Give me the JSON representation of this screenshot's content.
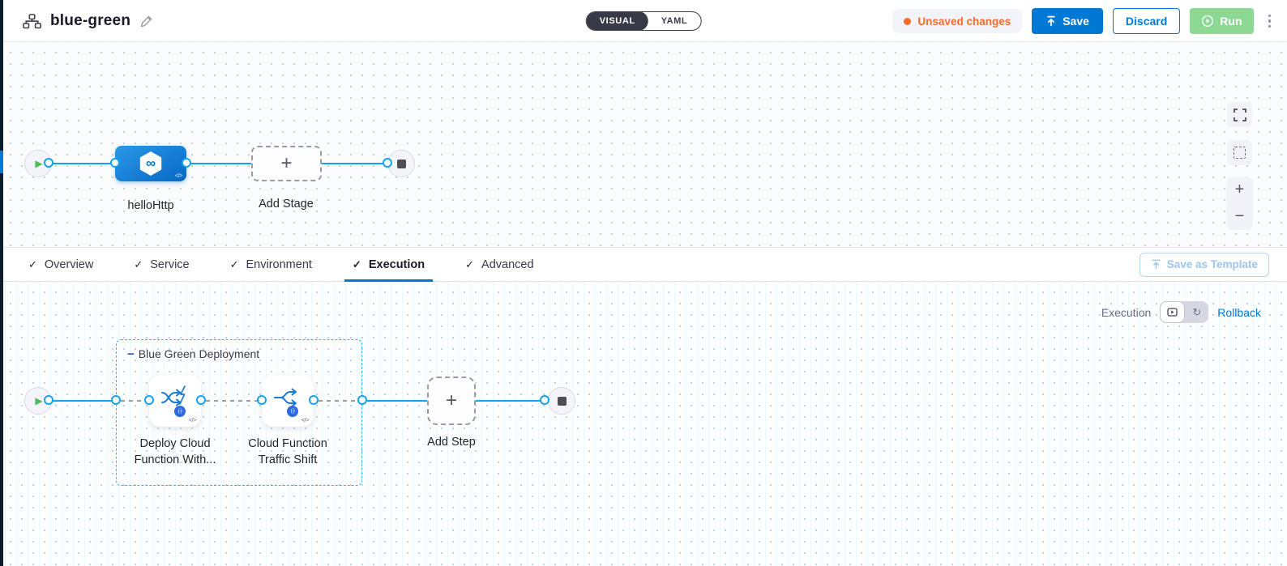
{
  "header": {
    "title": "blue-green",
    "mode_toggle": {
      "visual": "VISUAL",
      "yaml": "YAML",
      "selected": "VISUAL"
    },
    "unsaved_changes": "Unsaved changes",
    "save": "Save",
    "discard": "Discard",
    "run": "Run"
  },
  "stage_canvas": {
    "stage_name": "helloHttp",
    "add_stage": "Add Stage"
  },
  "tabs": {
    "items": [
      {
        "label": "Overview",
        "checked": true,
        "active": false
      },
      {
        "label": "Service",
        "checked": true,
        "active": false
      },
      {
        "label": "Environment",
        "checked": true,
        "active": false
      },
      {
        "label": "Execution",
        "checked": true,
        "active": true
      },
      {
        "label": "Advanced",
        "checked": true,
        "active": false
      }
    ],
    "save_as_template": "Save as Template"
  },
  "execution_canvas": {
    "mode_label": "Execution",
    "rollback_link": "Rollback",
    "group_label": "Blue Green Deployment",
    "steps": [
      {
        "line1": "Deploy Cloud",
        "line2": "Function With..."
      },
      {
        "line1": "Cloud Function",
        "line2": "Traffic Shift"
      }
    ],
    "add_step": "Add Step"
  },
  "icons": {
    "check": "✓",
    "plus": "+",
    "minus": "−",
    "infinity": "∞",
    "code": "</>",
    "play": "▶",
    "rollback_arrow": "↻",
    "fn_badge": "(-)"
  },
  "colors": {
    "primary_blue": "#0278d5",
    "link_cyan": "#12a3f0",
    "unsaved_orange": "#ff6b2c",
    "run_green": "#8bd993",
    "toggle_dark": "#383946",
    "group_border_cyan": "#2fb9f4",
    "play_green": "#4dbb5f"
  }
}
